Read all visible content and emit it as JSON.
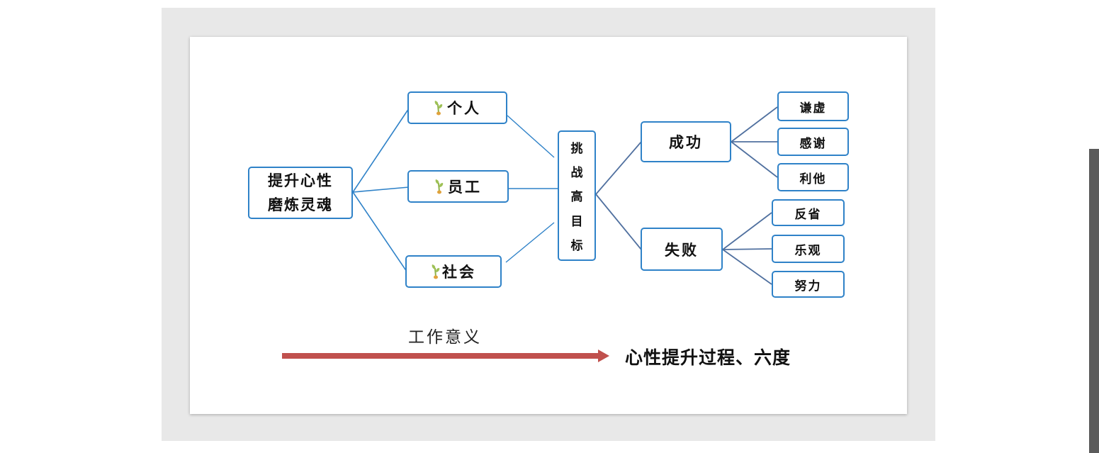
{
  "diagram": {
    "root": {
      "line1": "提升心性",
      "line2": "磨炼灵魂"
    },
    "branches": [
      {
        "label": "个人",
        "icon": "sprout-icon"
      },
      {
        "label": "员工",
        "icon": "sprout-icon"
      },
      {
        "label": "社会",
        "icon": "sprout-icon"
      }
    ],
    "goal": {
      "chars": [
        "挑",
        "战",
        "高",
        "目",
        "标"
      ]
    },
    "outcomes": [
      {
        "label": "成功",
        "children": [
          "谦虚",
          "感谢",
          "利他"
        ]
      },
      {
        "label": "失败",
        "children": [
          "反省",
          "乐观",
          "努力"
        ]
      }
    ],
    "caption": "工作意义",
    "conclusion": "心性提升过程、六度",
    "colors": {
      "node_border": "#2f82c8",
      "edge_left": "#2f82c8",
      "edge_right": "#50709f",
      "arrow": "#c0504d"
    }
  }
}
